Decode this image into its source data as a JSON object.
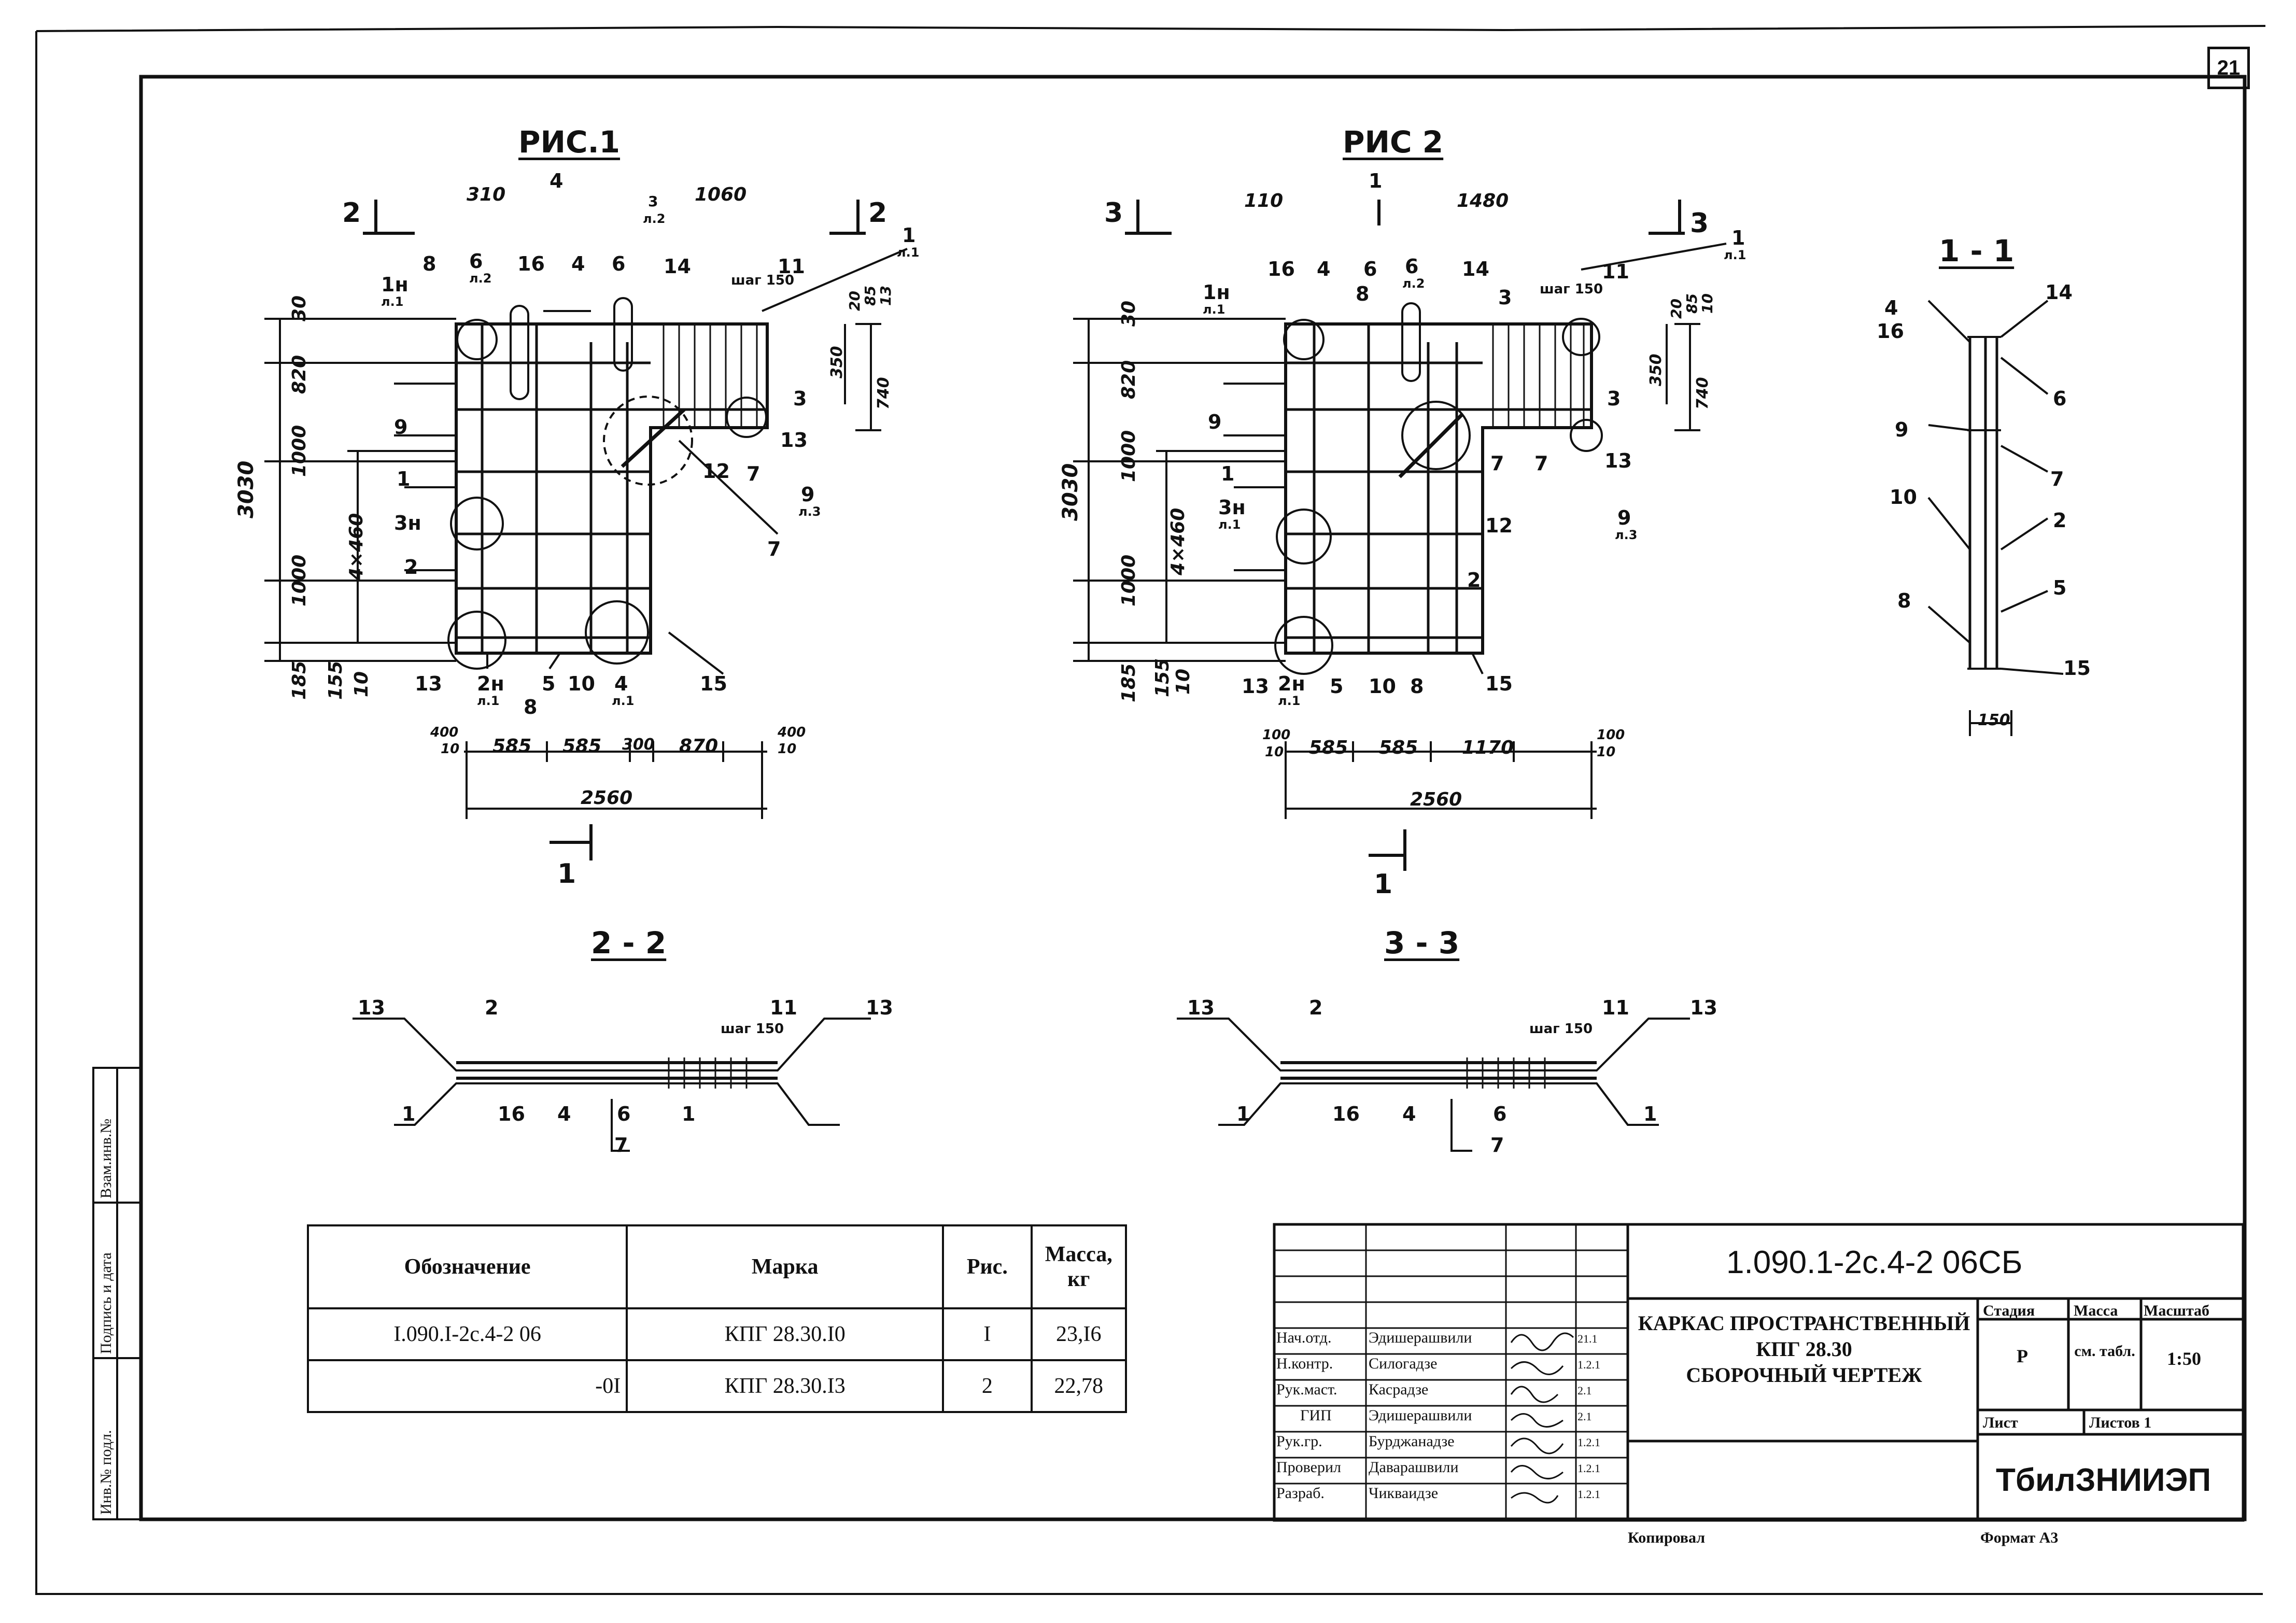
{
  "sheet_number": "21",
  "figures": {
    "fig1": {
      "title": "РИС.1",
      "section_marks": {
        "left": "2",
        "right": "2",
        "top": "4",
        "bottom": "1"
      }
    },
    "fig2": {
      "title": "РИС 2",
      "section_marks": {
        "left": "3",
        "right": "3",
        "top": "1",
        "bottom": "1"
      }
    },
    "sec11": {
      "title": "1 - 1"
    },
    "sec22": {
      "title": "2 - 2"
    },
    "sec33": {
      "title": "3 - 3"
    }
  },
  "fig1_labels": {
    "d310": "310",
    "d1060": "1060",
    "m8": "8",
    "m1n": "1н",
    "m1n_sh": "л.1",
    "m6a": "6",
    "m6a_sh": "л.2",
    "m16": "16",
    "m4": "4",
    "m6b": "6",
    "m3top": "3",
    "m3top_sh": "л.2",
    "m14": "14",
    "m11": "11",
    "step": "шаг 150",
    "m1r": "1",
    "m1r_sh": "л.1",
    "m3": "3",
    "m13r": "13",
    "m7a": "7",
    "m9": "9",
    "m9_sh": "л.3",
    "m12": "12",
    "m7b": "7",
    "m9l": "9",
    "m1l": "1",
    "m3n": "3н",
    "m2l": "2",
    "m13b": "13",
    "m2n": "2н",
    "m2n_sh": "л.1",
    "m5": "5",
    "m10": "10",
    "m4b": "4",
    "m4b_sh": "л.1",
    "m15": "15",
    "m8b": "8",
    "v30": "30",
    "v820": "820",
    "v3030": "3030",
    "v1000a": "1000",
    "v4x460": "4×460",
    "v1000b": "1000",
    "v185": "185",
    "v155": "155",
    "v10": "10",
    "v20": "20",
    "v85": "85",
    "v13": "13",
    "v350": "350",
    "v740": "740",
    "h400": "400",
    "h10a": "10",
    "h585a": "585",
    "h585b": "585",
    "h300": "300",
    "h870": "870",
    "h400b": "400",
    "h10b": "10",
    "h2560": "2560"
  },
  "fig2_labels": {
    "d110": "110",
    "d1480": "1480",
    "m16": "16",
    "m4": "4",
    "m6": "6",
    "m6b": "6",
    "m6b_sh": "л.2",
    "m14": "14",
    "m11": "11",
    "step": "шаг 150",
    "m1n": "1н",
    "m1n_sh": "л.1",
    "m8": "8",
    "m3": "3",
    "m1r": "1",
    "m1r_sh": "л.1",
    "m3r": "3",
    "m13": "13",
    "m7a": "7",
    "m7b": "7",
    "m9": "9",
    "m9_sh": "л.3",
    "m12": "12",
    "m9l": "9",
    "m1l": "1",
    "m3n": "3н",
    "m3n_sh": "л.1",
    "m2": "2",
    "m13b": "13",
    "m2n": "2н",
    "m2n_sh": "л.1",
    "m5": "5",
    "m10": "10",
    "m8b": "8",
    "m15": "15",
    "v30": "30",
    "v820": "820",
    "v3030": "3030",
    "v1000a": "1000",
    "v4x460": "4×460",
    "v1000b": "1000",
    "v185": "185",
    "v155": "155",
    "v10": "10",
    "v20": "20",
    "v85": "85",
    "v10r": "10",
    "v350": "350",
    "v740": "740",
    "h100": "100",
    "h10a": "10",
    "h585a": "585",
    "h585b": "585",
    "h1170": "1170",
    "h100b": "100",
    "h10b": "10",
    "h2560": "2560"
  },
  "sec11_labels": {
    "m4": "4",
    "m16": "16",
    "m14": "14",
    "m6": "6",
    "m9": "9",
    "m7": "7",
    "m10": "10",
    "m2": "2",
    "m5": "5",
    "m8": "8",
    "m15": "15",
    "w150": "150"
  },
  "sec22_labels": {
    "m13a": "13",
    "m2": "2",
    "m11": "11",
    "m13b": "13",
    "step": "шаг 150",
    "m1a": "1",
    "m16": "16",
    "m4": "4",
    "m6": "6",
    "m1b": "1",
    "m7": "7"
  },
  "sec33_labels": {
    "m13a": "13",
    "m2": "2",
    "m11": "11",
    "m13b": "13",
    "step": "шаг 150",
    "m1a": "1",
    "m16": "16",
    "m4": "4",
    "m6": "6",
    "m1b": "1",
    "m7": "7"
  },
  "spec_table": {
    "headers": [
      "Обозначение",
      "Марка",
      "Рис.",
      "Масса, кг"
    ],
    "rows": [
      [
        "I.090.I-2с.4-2 06",
        "КПГ 28.30.I0",
        "I",
        "23,I6"
      ],
      [
        "-0I",
        "КПГ 28.30.I3",
        "2",
        "22,78"
      ]
    ]
  },
  "title_block": {
    "code": "1.090.1-2с.4-2 06СБ",
    "name_lines": [
      "КАРКАС ПРОСТРАНСТВЕННЫЙ",
      "КПГ 28.30",
      "СБОРОЧНЫЙ ЧЕРТЕЖ"
    ],
    "stage_header": "Стадия",
    "mass_header": "Масса",
    "scale_header": "Масштаб",
    "stage": "Р",
    "mass": "см. табл.",
    "scale": "1:50",
    "sheet_label": "Лист",
    "sheets_label": "Листов 1",
    "organization": "ТбилЗНИИЭП",
    "roles": [
      [
        "Нач.отд.",
        "Эдишерашвили",
        "21.1"
      ],
      [
        "Н.контр.",
        "Силогадзе",
        "1.2.1"
      ],
      [
        "Рук.маст.",
        "Касрадзе",
        "2.1"
      ],
      [
        "ГИП",
        "Эдишерашвили",
        "2.1"
      ],
      [
        "Рук.гр.",
        "Бурджанадзе",
        "1.2.1"
      ],
      [
        "Проверил",
        "Даварашвили",
        "1.2.1"
      ],
      [
        "Разраб.",
        "Чикваидзе",
        "1.2.1"
      ]
    ],
    "copied": "Копировал",
    "format": "Формат А3"
  },
  "side_stamp": {
    "col1": "Инв.№ подл.",
    "col2": "Подпись и дата",
    "col3": "Взам.инв.№"
  }
}
